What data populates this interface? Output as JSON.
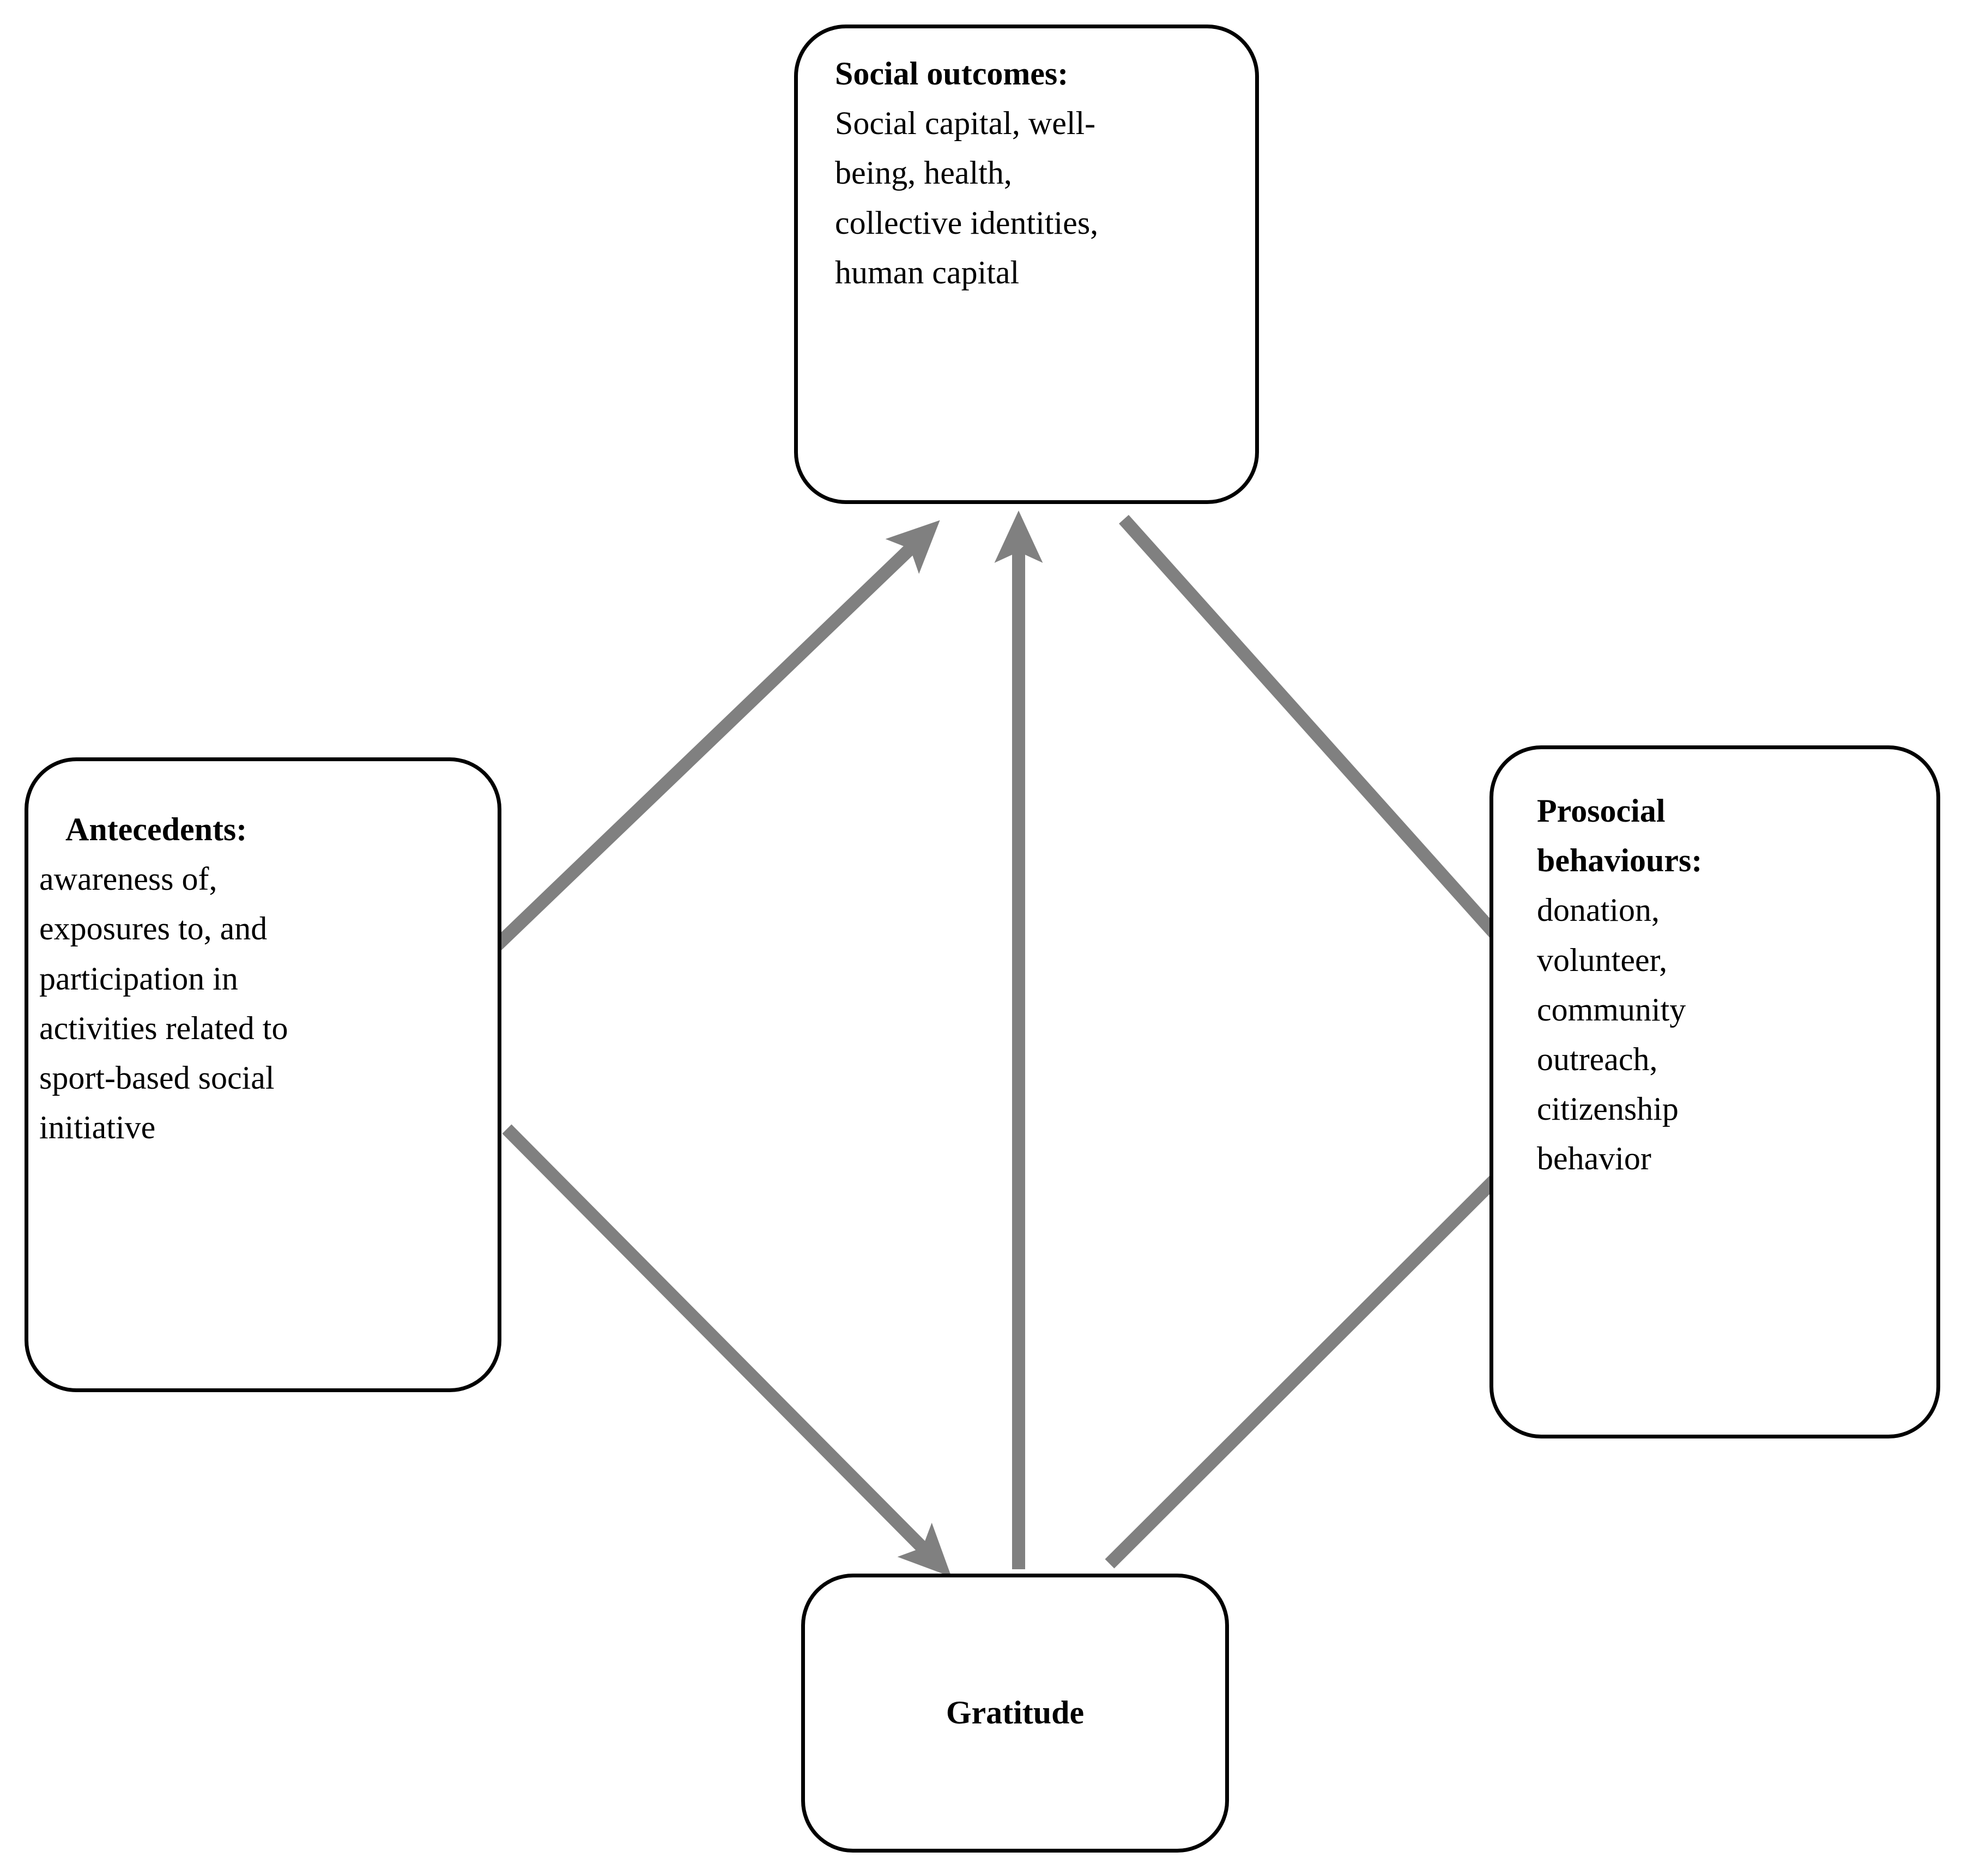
{
  "diagram": {
    "type": "conceptual-model",
    "background_color": "#ffffff",
    "box_border_color": "#000000",
    "arrow_color": "#808080",
    "nodes": [
      {
        "id": "social-outcomes",
        "title": "Social outcomes:",
        "body": "Social capital, well-\nbeing, health,\ncollective identities,\nhuman capital",
        "position": "top"
      },
      {
        "id": "antecedents",
        "title": "Antecedents:",
        "body": "awareness of,\nexposures to, and\nparticipation in\nactivities related to\nsport-based social\ninitiative",
        "position": "left"
      },
      {
        "id": "prosocial-behaviours",
        "title": "Prosocial\nbehaviours:",
        "body": "donation,\nvolunteer,\ncommunity\noutreach,\ncitizenship\nbehavior",
        "position": "right"
      },
      {
        "id": "gratitude",
        "title": "Gratitude",
        "body": "",
        "position": "bottom"
      }
    ],
    "edges": [
      {
        "id": "antecedents-to-social-outcomes",
        "from": "antecedents",
        "to": "social-outcomes",
        "label": ""
      },
      {
        "id": "antecedents-to-gratitude",
        "from": "antecedents",
        "to": "gratitude",
        "label": ""
      },
      {
        "id": "gratitude-to-social-outcomes",
        "from": "gratitude",
        "to": "social-outcomes",
        "label": ""
      },
      {
        "id": "gratitude-to-prosocial-behaviours",
        "from": "gratitude",
        "to": "prosocial-behaviours",
        "label": ""
      },
      {
        "id": "social-outcomes-to-prosocial-behaviours",
        "from": "social-outcomes",
        "to": "prosocial-behaviours",
        "label": ""
      }
    ]
  }
}
